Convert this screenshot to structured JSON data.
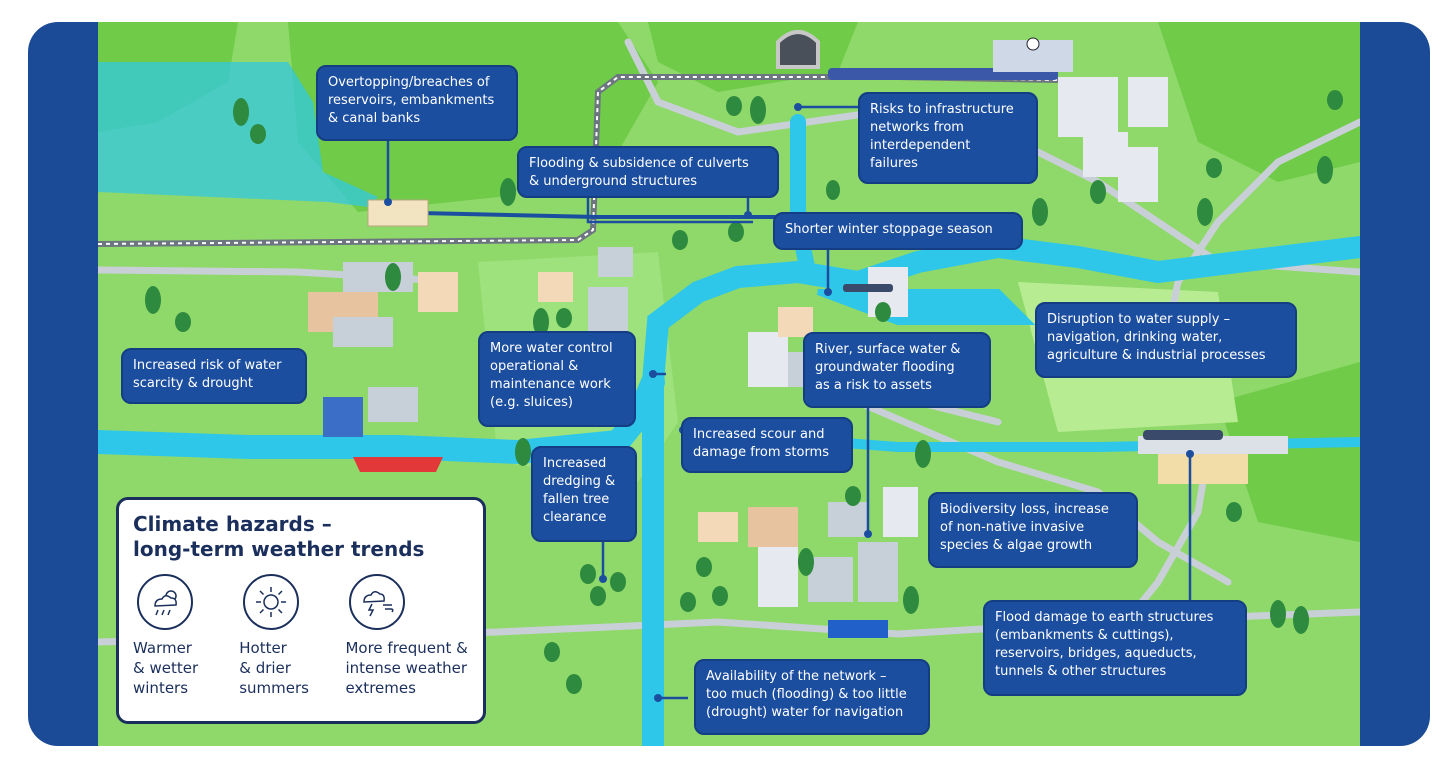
{
  "legend": {
    "title": "Climate hazards –\nlong-term weather trends",
    "items": [
      {
        "icon": "rain-sun-icon",
        "label": "Warmer\n& wetter\nwinters"
      },
      {
        "icon": "sun-icon",
        "label": "Hotter\n& drier\nsummers"
      },
      {
        "icon": "storm-wind-icon",
        "label": "More frequent &\nintense weather\nextremes"
      }
    ]
  },
  "callouts": [
    {
      "id": "reservoirs",
      "text": "Overtopping/breaches of\nreservoirs, embankments\n& canal banks"
    },
    {
      "id": "culverts",
      "text": "Flooding & subsidence of culverts\n& underground structures"
    },
    {
      "id": "infrastructure",
      "text": "Risks to infrastructure\nnetworks from\ninterdependent\nfailures"
    },
    {
      "id": "stoppage",
      "text": "Shorter winter stoppage season"
    },
    {
      "id": "water-supply",
      "text": "Disruption to water supply –\nnavigation, drinking water,\nagriculture & industrial processes"
    },
    {
      "id": "scarcity",
      "text": "Increased risk of water\nscarcity & drought"
    },
    {
      "id": "water-control",
      "text": "More water control\noperational &\nmaintenance work\n(e.g. sluices)"
    },
    {
      "id": "flooding-assets",
      "text": "River, surface water &\ngroundwater flooding\nas a risk to assets"
    },
    {
      "id": "scour",
      "text": "Increased scour and\ndamage from storms"
    },
    {
      "id": "dredging",
      "text": "Increased\ndredging &\nfallen tree\nclearance"
    },
    {
      "id": "biodiversity",
      "text": "Biodiversity loss, increase\nof non-native invasive\nspecies & algae growth"
    },
    {
      "id": "earth-structures",
      "text": "Flood damage to earth structures\n(embankments & cuttings),\nreservoirs, bridges, aqueducts,\ntunnels & other structures"
    },
    {
      "id": "network",
      "text": "Availability of the network –\ntoo much (flooding) & too little\n(drought) water for navigation"
    }
  ],
  "colors": {
    "frame": "#1b4a96",
    "grass": "#8fd86a",
    "water": "#2ec7ea",
    "callout": "#1c4ea0",
    "road": "#c9cfd6"
  }
}
